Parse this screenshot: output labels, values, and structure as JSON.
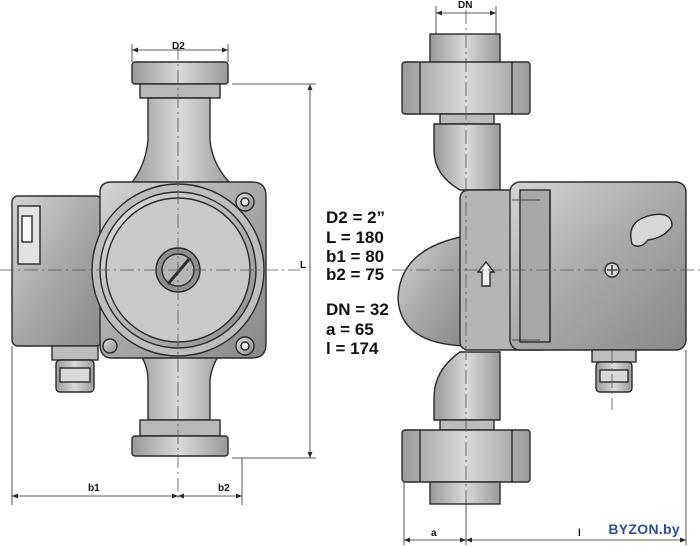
{
  "dimensions": {
    "d2": "D2",
    "l": "L",
    "b1": "b1",
    "b2": "b2",
    "dn": "DN",
    "a": "a",
    "l_small": "l"
  },
  "specs": {
    "d2": "D2 = 2”",
    "L": "L = 180",
    "b1": "b1 = 80",
    "b2": "b2 = 75",
    "dn": "DN = 32",
    "a": "a = 65",
    "l": "l = 174"
  },
  "watermark": "BYZON.by",
  "colors": {
    "line": "#2a2a2a",
    "body_fill": "#9a9a9a",
    "light_fill": "#c8c8c8",
    "dark_fill": "#7a7a7a",
    "watermark": "#2b4f9e"
  }
}
